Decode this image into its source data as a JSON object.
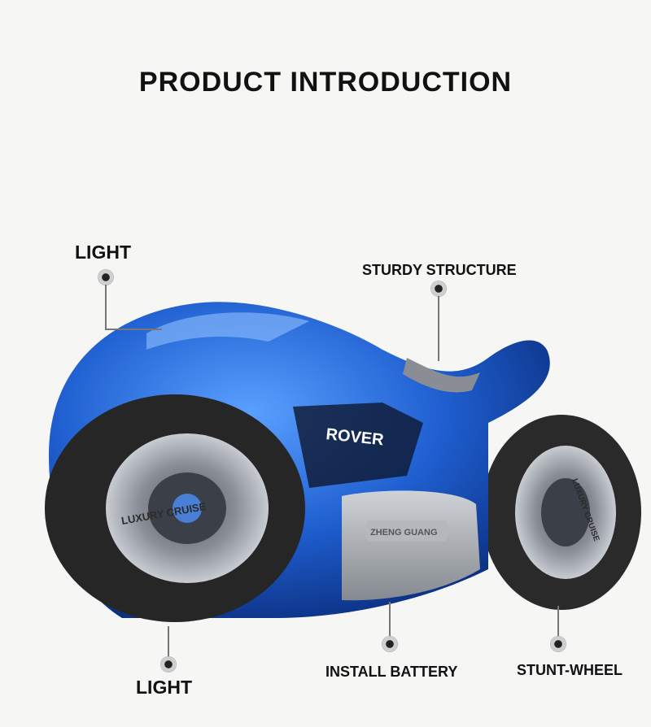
{
  "title": "PRODUCT INTRODUCTION",
  "labels": {
    "light_top": "LIGHT",
    "sturdy": "STURDY STRUCTURE",
    "light_bottom": "LIGHT",
    "battery": "INSTALL BATTERY",
    "stunt": "STUNT-WHEEL"
  },
  "decals": {
    "rover": "ROVER",
    "front_wheel": "LUXURY CRUISE",
    "rear_wheel": "LUXURY CRUISE",
    "plate": "ZHENG GUANG"
  },
  "colors": {
    "body_blue": "#1f5fd0",
    "tire": "#2a2a2a",
    "panel_grey": "#9a9ea4"
  }
}
